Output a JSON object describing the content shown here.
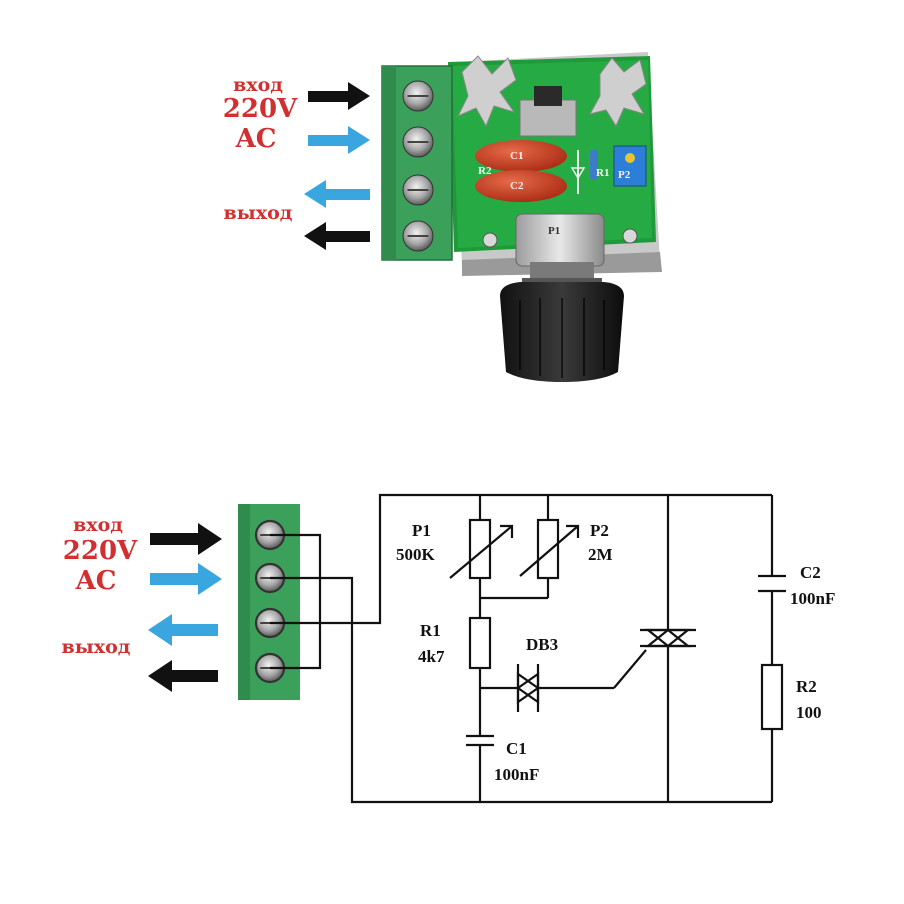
{
  "board": {
    "labels": {
      "input_top": "вход",
      "voltage": "220V",
      "ac": "AC",
      "output": "выход"
    },
    "silkscreen": {
      "c1": "C1",
      "c2": "C2",
      "r1": "R1",
      "r2": "R2",
      "p1": "P1",
      "p2": "P2"
    }
  },
  "schematic": {
    "labels": {
      "input_top": "вход",
      "voltage": "220V",
      "ac": "AC",
      "output": "выход"
    },
    "components": {
      "p1_name": "P1",
      "p1_value": "500K",
      "p2_name": "P2",
      "p2_value": "2M",
      "r1_name": "R1",
      "r1_value": "4k7",
      "diac_name": "DB3",
      "c1_name": "C1",
      "c1_value": "100nF",
      "c2_name": "C2",
      "c2_value": "100nF",
      "r2_name": "R2",
      "r2_value": "100"
    }
  },
  "colors": {
    "label_red": "#d03030",
    "arrow_black": "#111111",
    "arrow_blue": "#3aa6e0",
    "terminal_green": "#3aa05a",
    "pcb_green": "#1f9a3a",
    "capacitor_red": "#c8381e"
  }
}
